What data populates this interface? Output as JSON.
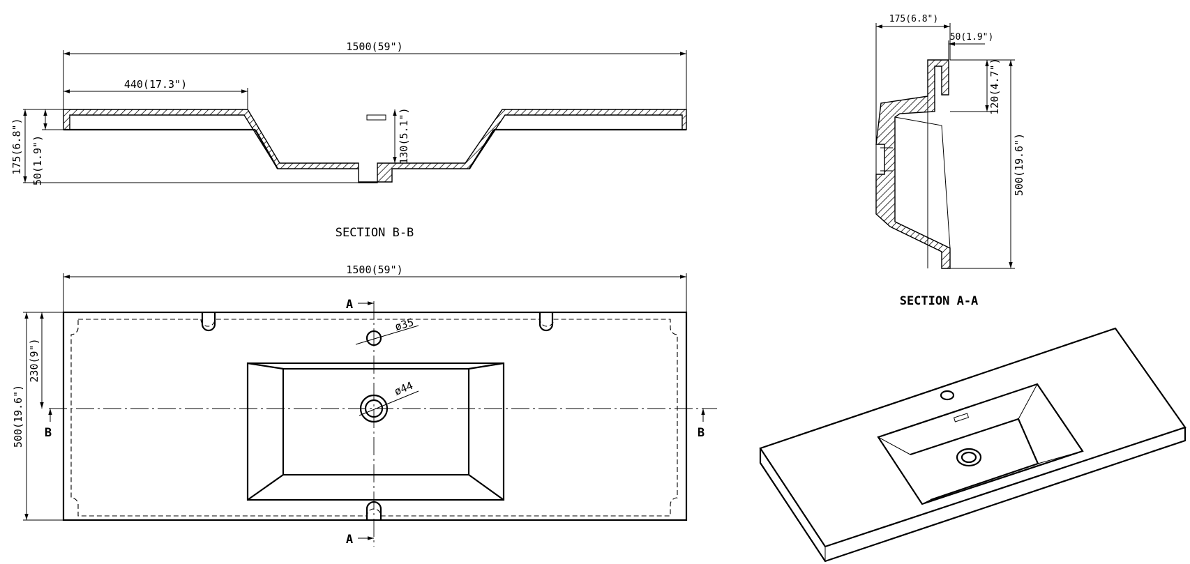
{
  "section_bb": {
    "title": "SECTION B-B",
    "dim_width": "1500(59\")",
    "dim_offset": "440(17.3\")",
    "dim_depth_bowl": "130(5.1\")",
    "dim_height_total": "175(6.8\")",
    "dim_height_rim": "50(1.9\")"
  },
  "section_aa": {
    "title": "SECTION A-A",
    "dim_top": "175(6.8\")",
    "dim_rim": "50(1.9\")",
    "dim_back": "120(4.7\")",
    "dim_depth": "500(19.6\")"
  },
  "plan": {
    "dim_width": "1500(59\")",
    "dim_depth": "500(19.6\")",
    "dim_center": "230(9\")",
    "tap_hole": "ø35",
    "drain_hole": "ø44",
    "marker_a": "A",
    "marker_b": "B"
  }
}
